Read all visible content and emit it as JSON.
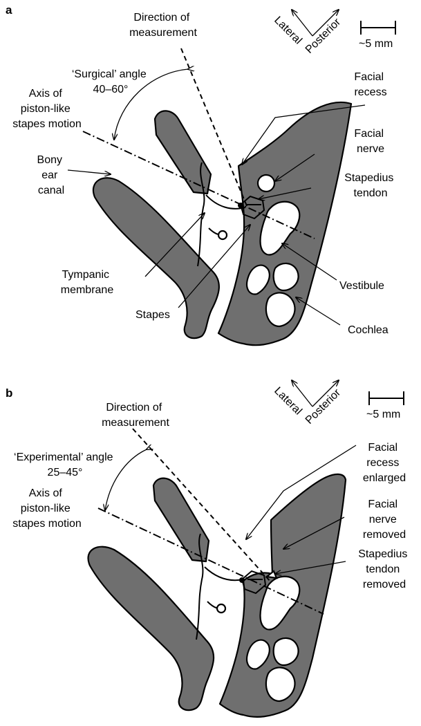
{
  "panel_a": {
    "letter": "a",
    "orientation": {
      "lateral": "Lateral",
      "posterior": "Posterior"
    },
    "scale": "~5 mm",
    "measurement_label": [
      "Direction of",
      "measurement"
    ],
    "angle_label": [
      "‘Surgical’ angle",
      "40–60°"
    ],
    "axis_label": [
      "Axis of",
      "piston-like",
      "stapes motion"
    ],
    "canal_label": [
      "Bony",
      "ear",
      "canal"
    ],
    "tympanic_label": [
      "Tympanic",
      "membrane"
    ],
    "stapes_label": "Stapes",
    "recess_label": [
      "Facial",
      "recess"
    ],
    "nerve_label": [
      "Facial",
      "nerve"
    ],
    "tendon_label": [
      "Stapedius",
      "tendon"
    ],
    "vestibule_label": "Vestibule",
    "cochlea_label": "Cochlea"
  },
  "panel_b": {
    "letter": "b",
    "orientation": {
      "lateral": "Lateral",
      "posterior": "Posterior"
    },
    "scale": "~5 mm",
    "measurement_label": [
      "Direction of",
      "measurement"
    ],
    "angle_label": [
      "‘Experimental’ angle",
      "25–45°"
    ],
    "axis_label": [
      "Axis of",
      "piston-like",
      "stapes motion"
    ],
    "recess_label": [
      "Facial",
      "recess",
      "enlarged"
    ],
    "nerve_label": [
      "Facial",
      "nerve",
      "removed"
    ],
    "tendon_label": [
      "Stapedius",
      "tendon",
      "removed"
    ]
  }
}
